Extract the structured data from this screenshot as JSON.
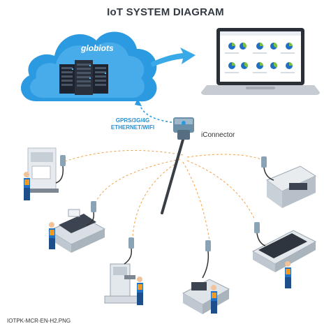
{
  "diagram": {
    "title": "IoT SYSTEM DIAGRAM",
    "cloud": {
      "brand_text": "globiots"
    },
    "connection_text": {
      "line1": "GPRS/3G/4G",
      "line2": "ETHERNET/WIFI"
    },
    "device_label": "iConnector",
    "footer_code": "IOTPK-MCR-EN-H2.PNG",
    "colors": {
      "cloud": "#2b9ae0",
      "cloud_light": "#5cb9f0",
      "arrow": "#3aa9e8",
      "dashed_link": "#f0a24a",
      "connector_body": "#6b8fa6",
      "worker_shirt": "#1f6fc4",
      "worker_vest": "#f39a1e"
    },
    "icons": [
      "cloud-icon",
      "server-rack-icon",
      "laptop-icon",
      "arrow-right-icon",
      "iot-connector-icon",
      "sensor-icon",
      "worker-icon",
      "machine-icon"
    ],
    "machines": [
      "press-machine",
      "laser-cutter",
      "milling-machine",
      "cnc-lathe",
      "cnc-machine",
      "conveyor-line"
    ]
  }
}
